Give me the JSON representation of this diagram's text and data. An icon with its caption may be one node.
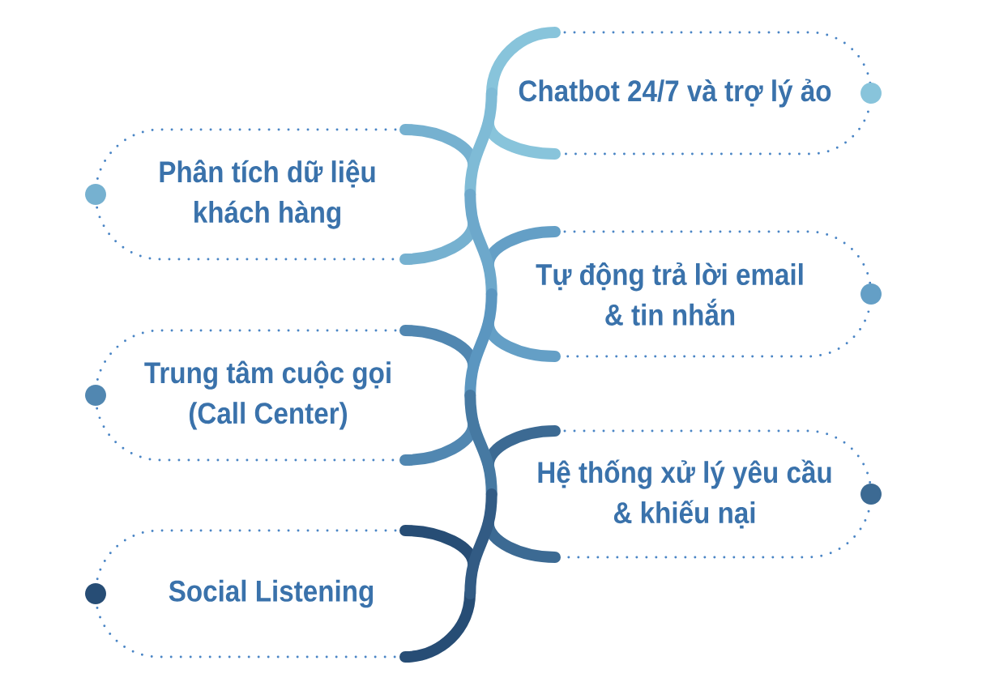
{
  "diagram": {
    "nodes": [
      {
        "text": [
          "Chatbot 24/7 và trợ lý ảo"
        ]
      },
      {
        "text": [
          "Phân tích dữ liệu khách hàng"
        ]
      },
      {
        "text": [
          "Tự động trả lời email & tin nhắn"
        ]
      },
      {
        "text": [
          "Trung tâm cuộc gọi (Call Center)"
        ]
      },
      {
        "text": [
          "Hệ thống xử lý yêu cầu & khiếu nại"
        ]
      },
      {
        "text": [
          "Social Listening"
        ]
      }
    ],
    "edges": [
      {
        "from": 0,
        "to": 1,
        "arrow": "none",
        "color": "#7fbbd6"
      },
      {
        "from": 1,
        "to": 2,
        "arrow": "none",
        "color": "#6da8cb"
      },
      {
        "from": 2,
        "to": 3,
        "arrow": "none",
        "color": "#5b96c0"
      },
      {
        "from": 3,
        "to": 4,
        "arrow": "none",
        "color": "#4679a2"
      },
      {
        "from": 4,
        "to": 5,
        "arrow": "none",
        "color": "#325b84"
      }
    ]
  }
}
